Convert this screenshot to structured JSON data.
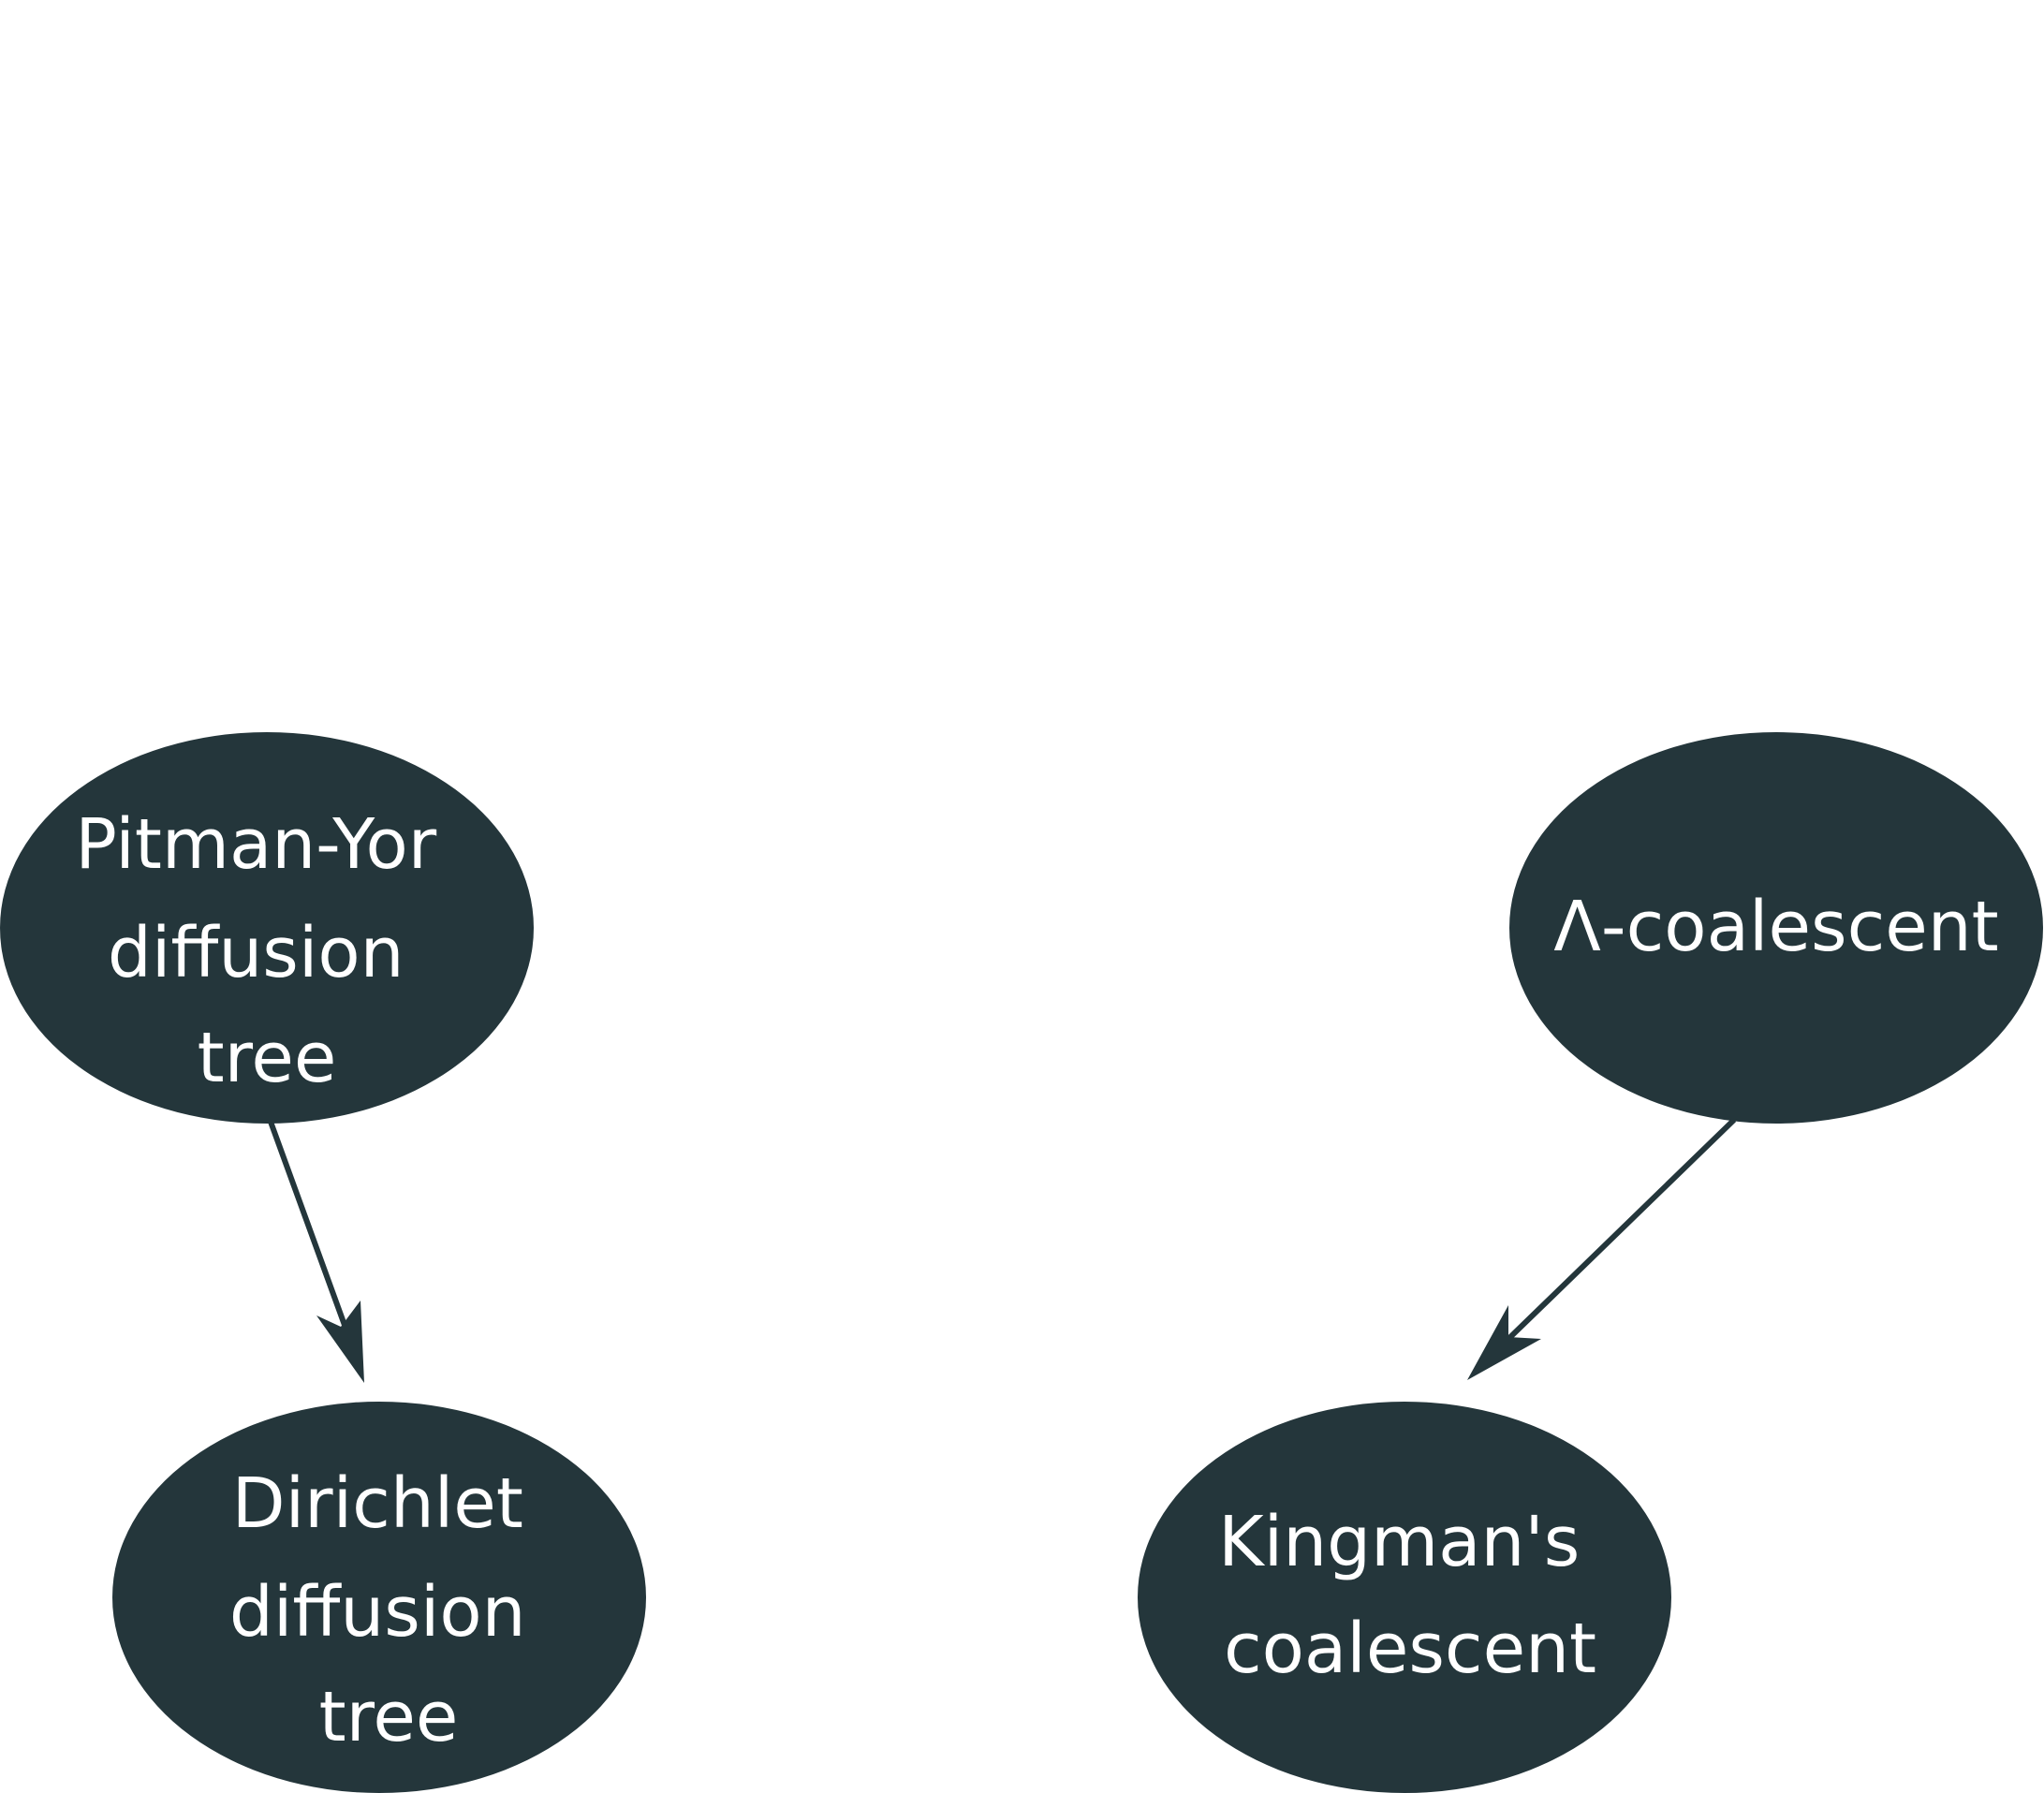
{
  "colors": {
    "node_fill": "#24363b",
    "edge": "#24363b",
    "text": "#ffffff",
    "background": "#ffffff"
  },
  "nodes": [
    {
      "id": "pitman-yor",
      "lines": [
        "Pitman-Yor",
        "diffusion",
        "tree"
      ]
    },
    {
      "id": "lambda-coalescent",
      "lines": [
        "Λ-coalescent"
      ]
    },
    {
      "id": "dirichlet",
      "lines": [
        "Dirichlet",
        "diffusion",
        "tree"
      ]
    },
    {
      "id": "kingman",
      "lines": [
        "Kingman's",
        "coalescent"
      ]
    }
  ],
  "edges": [
    {
      "from": "pitman-yor",
      "to": "dirichlet"
    },
    {
      "from": "lambda-coalescent",
      "to": "kingman"
    }
  ]
}
